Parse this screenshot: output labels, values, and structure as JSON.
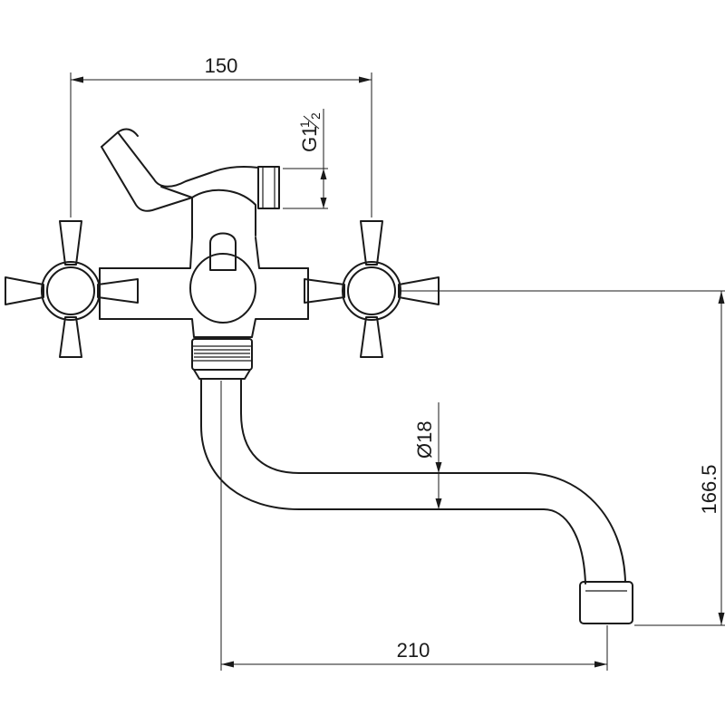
{
  "dimensions": {
    "width_top": "150",
    "thread_main": "G1",
    "thread_num": "1",
    "thread_den": "2",
    "spout_diameter": "Ø18",
    "height_right": "166.5",
    "width_bottom": "210"
  }
}
